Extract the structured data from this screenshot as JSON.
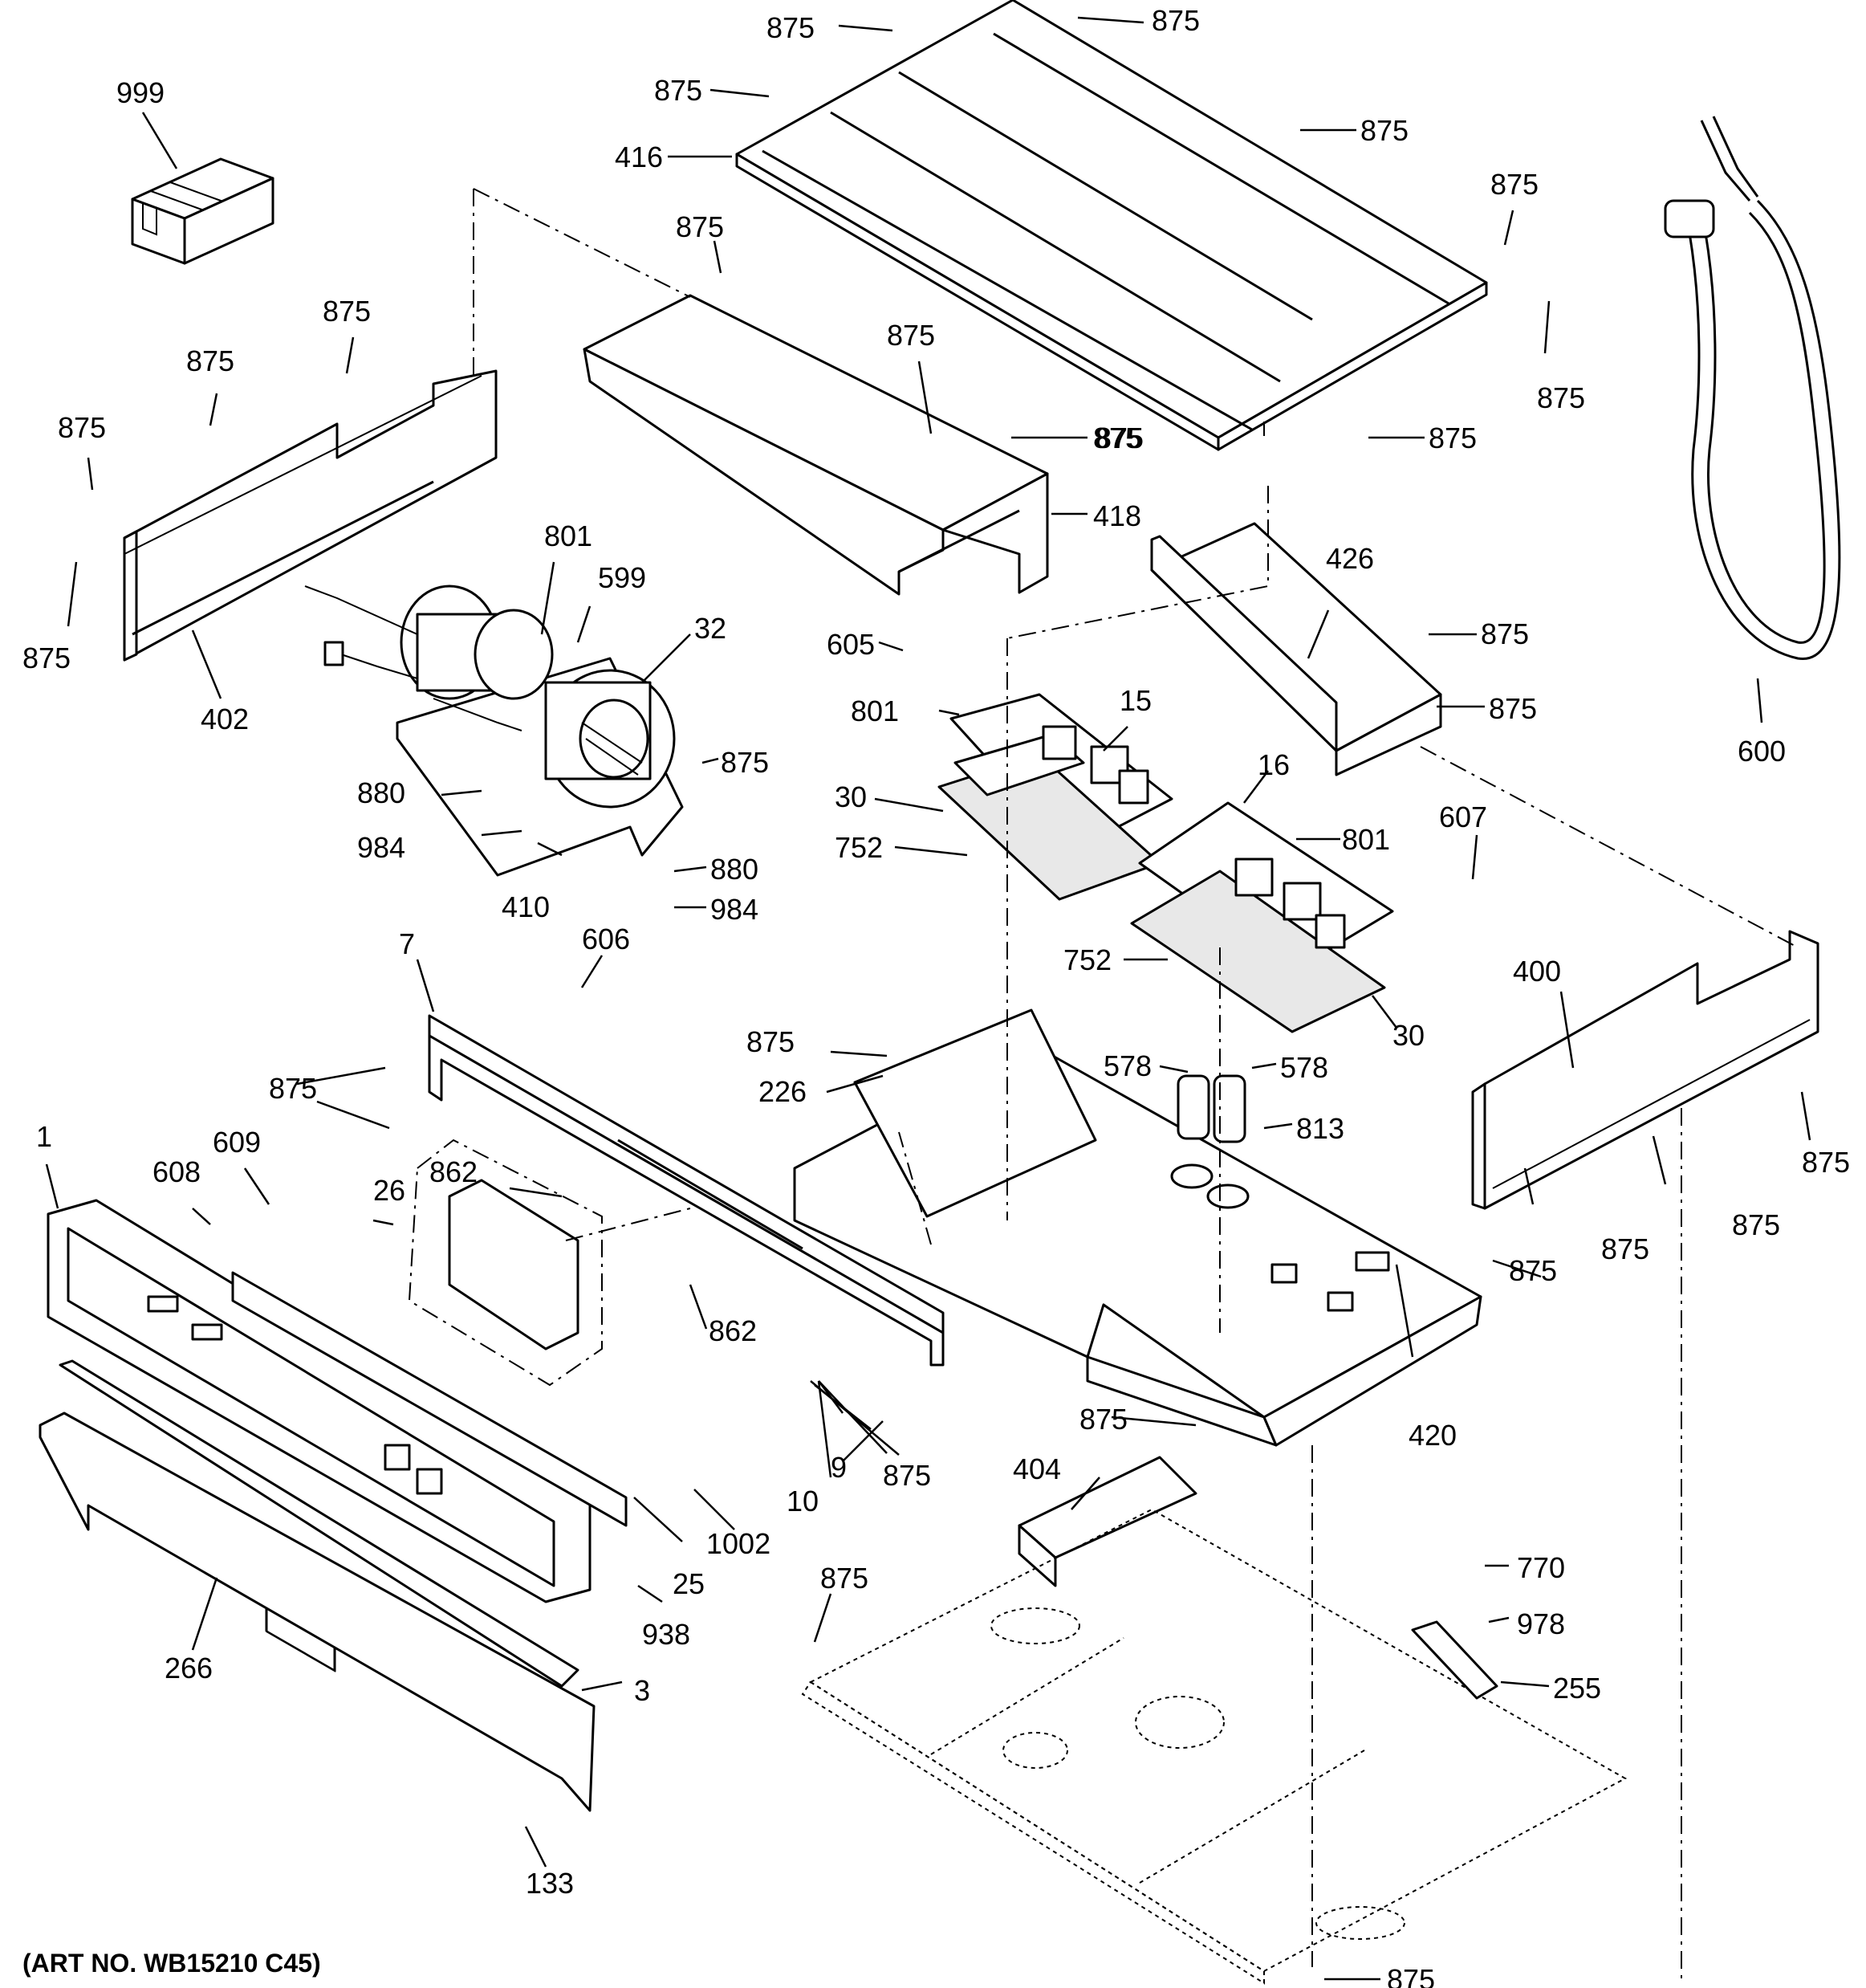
{
  "diagram": {
    "caption": "(ART NO. WB15210 C45)",
    "callouts": [
      {
        "id": "c875a",
        "text": "875"
      },
      {
        "id": "c875b",
        "text": "875"
      },
      {
        "id": "c875c",
        "text": "875"
      },
      {
        "id": "c416",
        "text": "416"
      },
      {
        "id": "c875d",
        "text": "875"
      },
      {
        "id": "c875e",
        "text": "875"
      },
      {
        "id": "c875f",
        "text": "875"
      },
      {
        "id": "c875g",
        "text": "875"
      },
      {
        "id": "c875h",
        "text": "875"
      },
      {
        "id": "c875i",
        "text": "875"
      },
      {
        "id": "c999",
        "text": "999"
      },
      {
        "id": "c875j",
        "text": "875"
      },
      {
        "id": "c875k",
        "text": "875"
      },
      {
        "id": "c875l",
        "text": "875"
      },
      {
        "id": "c875m",
        "text": "875"
      },
      {
        "id": "c875n",
        "text": "875"
      },
      {
        "id": "c875o",
        "text": "875"
      },
      {
        "id": "c418",
        "text": "418"
      },
      {
        "id": "c402",
        "text": "402"
      },
      {
        "id": "c801a",
        "text": "801"
      },
      {
        "id": "c599",
        "text": "599"
      },
      {
        "id": "c32",
        "text": "32"
      },
      {
        "id": "c426",
        "text": "426"
      },
      {
        "id": "c875p",
        "text": "875"
      },
      {
        "id": "c875q",
        "text": "875"
      },
      {
        "id": "c600",
        "text": "600"
      },
      {
        "id": "c605",
        "text": "605"
      },
      {
        "id": "c801b",
        "text": "801"
      },
      {
        "id": "c15",
        "text": "15"
      },
      {
        "id": "c875r",
        "text": "875"
      },
      {
        "id": "c880a",
        "text": "880"
      },
      {
        "id": "c984a",
        "text": "984"
      },
      {
        "id": "c410",
        "text": "410"
      },
      {
        "id": "c880b",
        "text": "880"
      },
      {
        "id": "c984b",
        "text": "984"
      },
      {
        "id": "c30a",
        "text": "30"
      },
      {
        "id": "c16",
        "text": "16"
      },
      {
        "id": "c752a",
        "text": "752"
      },
      {
        "id": "c801c",
        "text": "801"
      },
      {
        "id": "c607",
        "text": "607"
      },
      {
        "id": "c7",
        "text": "7"
      },
      {
        "id": "c606",
        "text": "606"
      },
      {
        "id": "c752b",
        "text": "752"
      },
      {
        "id": "c400",
        "text": "400"
      },
      {
        "id": "c30b",
        "text": "30"
      },
      {
        "id": "c875s",
        "text": "875"
      },
      {
        "id": "c578a",
        "text": "578"
      },
      {
        "id": "c578b",
        "text": "578"
      },
      {
        "id": "c226",
        "text": "226"
      },
      {
        "id": "c875t",
        "text": "875"
      },
      {
        "id": "c813",
        "text": "813"
      },
      {
        "id": "c875u",
        "text": "875"
      },
      {
        "id": "c1",
        "text": "1"
      },
      {
        "id": "c609",
        "text": "609"
      },
      {
        "id": "c608",
        "text": "608"
      },
      {
        "id": "c26",
        "text": "26"
      },
      {
        "id": "c862a",
        "text": "862"
      },
      {
        "id": "c875v",
        "text": "875"
      },
      {
        "id": "c875w",
        "text": "875"
      },
      {
        "id": "c875x",
        "text": "875"
      },
      {
        "id": "c862b",
        "text": "862"
      },
      {
        "id": "c9",
        "text": "9"
      },
      {
        "id": "c10",
        "text": "10"
      },
      {
        "id": "c875y",
        "text": "875"
      },
      {
        "id": "c420",
        "text": "420"
      },
      {
        "id": "c875z",
        "text": "875"
      },
      {
        "id": "c404",
        "text": "404"
      },
      {
        "id": "c1002",
        "text": "1002"
      },
      {
        "id": "c25",
        "text": "25"
      },
      {
        "id": "c938",
        "text": "938"
      },
      {
        "id": "c770",
        "text": "770"
      },
      {
        "id": "c875aa",
        "text": "875"
      },
      {
        "id": "c978",
        "text": "978"
      },
      {
        "id": "c266",
        "text": "266"
      },
      {
        "id": "c255",
        "text": "255"
      },
      {
        "id": "c3",
        "text": "3"
      },
      {
        "id": "c133",
        "text": "133"
      },
      {
        "id": "c875ab",
        "text": "875"
      }
    ]
  }
}
